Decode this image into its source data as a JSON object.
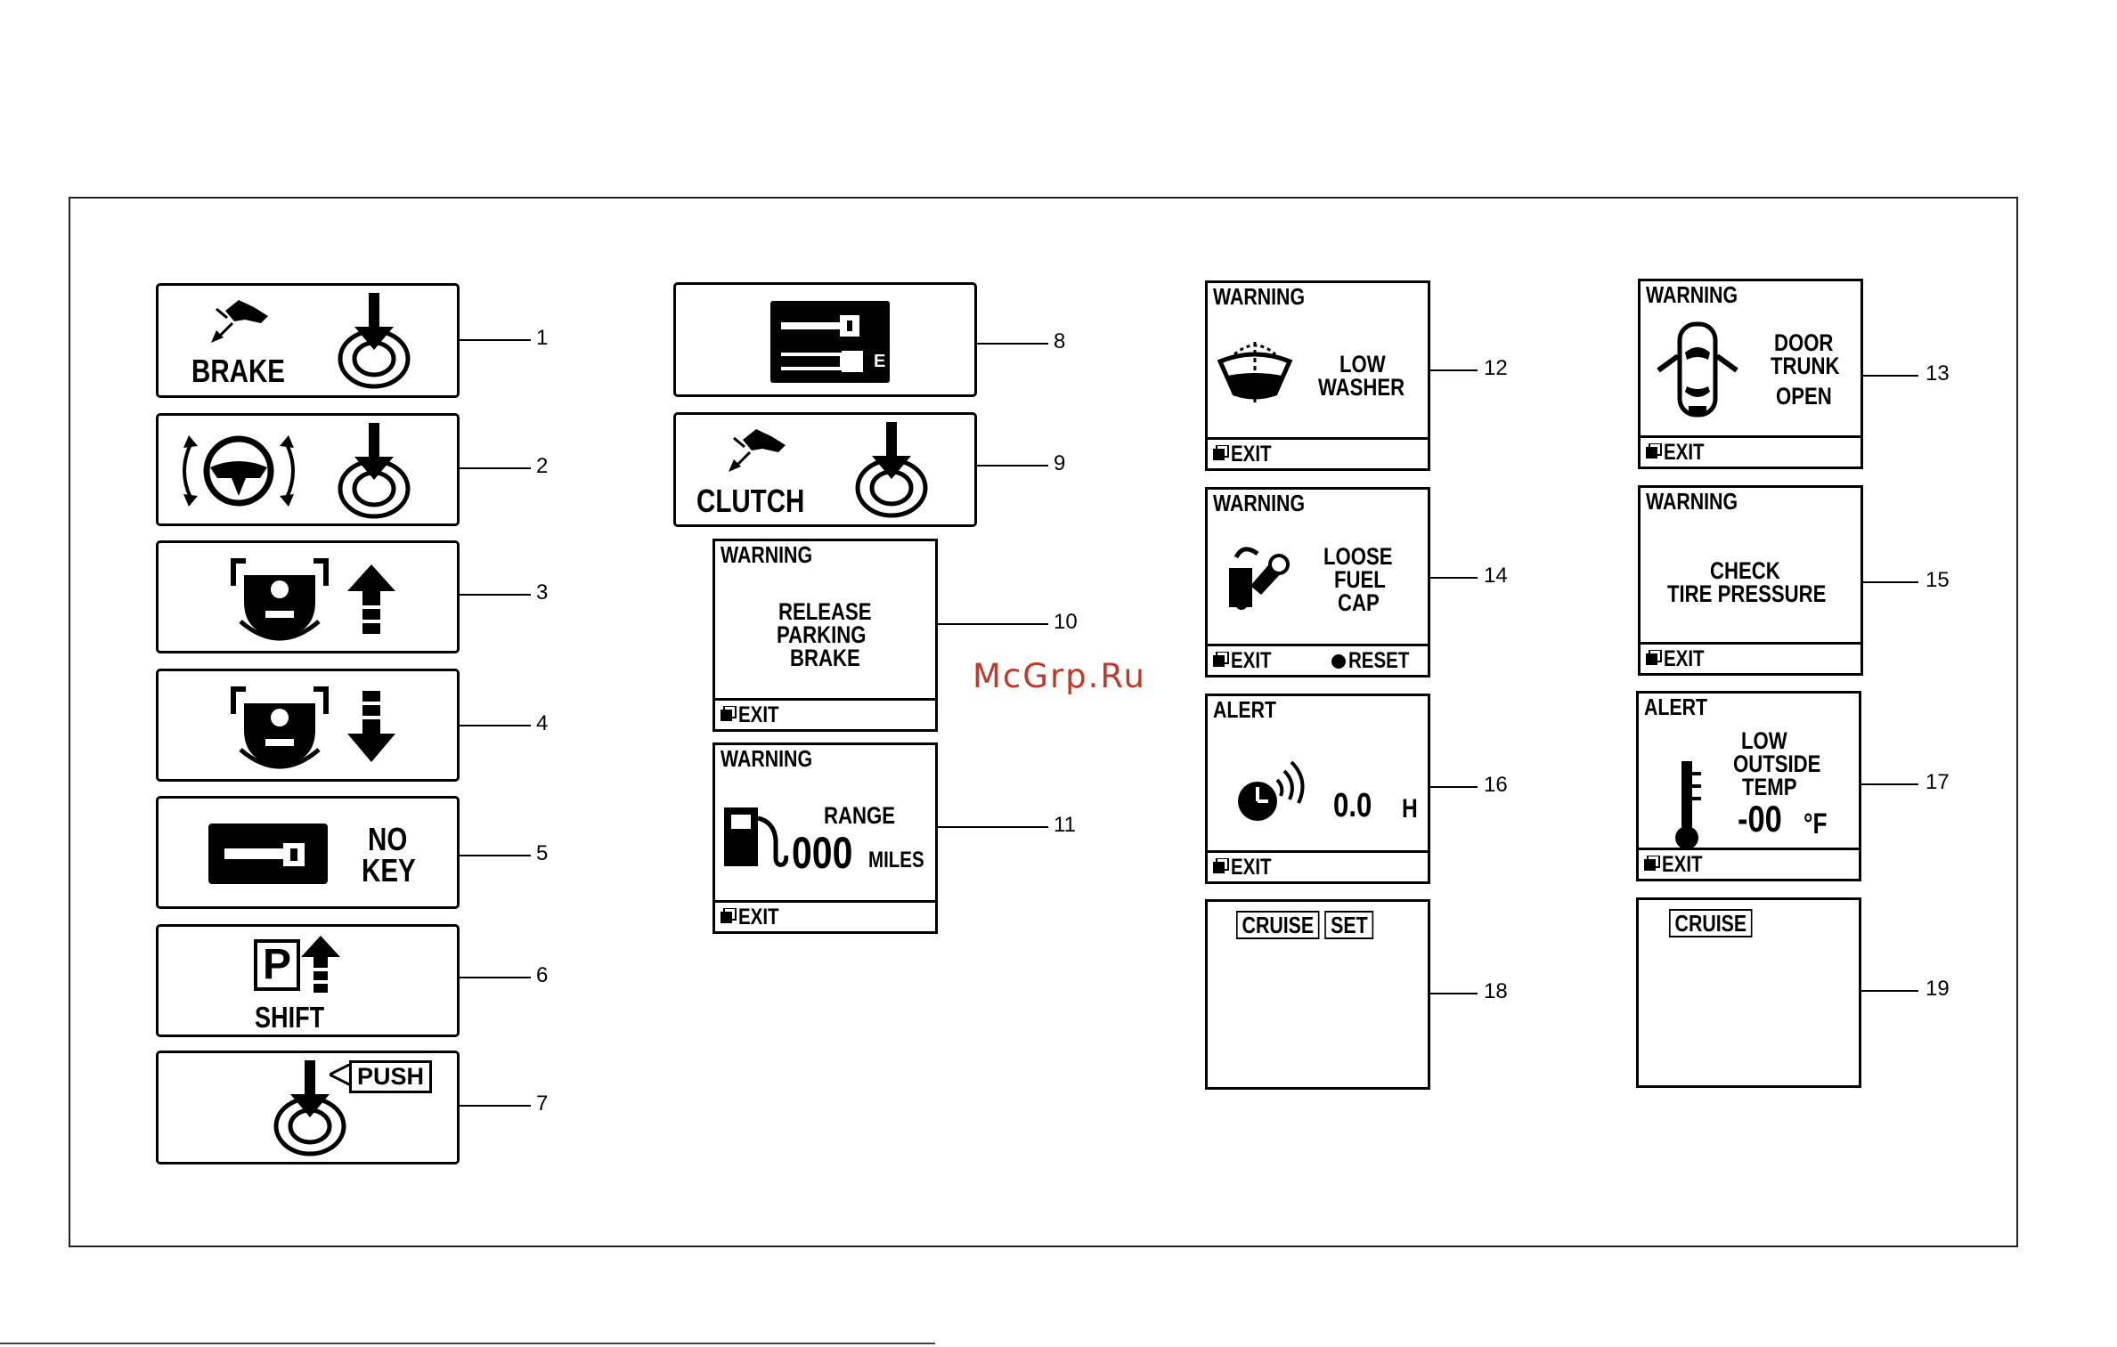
{
  "watermark": "McGrp.Ru",
  "indicators": [
    {
      "num": "1",
      "label": "BRAKE"
    },
    {
      "num": "2"
    },
    {
      "num": "3"
    },
    {
      "num": "4"
    },
    {
      "num": "5",
      "line1": "NO",
      "line2": "KEY"
    },
    {
      "num": "6",
      "label": "SHIFT",
      "badge": "P"
    },
    {
      "num": "7",
      "tag": "PUSH"
    },
    {
      "num": "8",
      "tag": "E"
    },
    {
      "num": "9",
      "label": "CLUTCH"
    }
  ],
  "screens": {
    "s10": {
      "num": "10",
      "header": "WARNING",
      "lines": [
        "RELEASE",
        "PARKING",
        "BRAKE"
      ],
      "exit": "EXIT"
    },
    "s11": {
      "num": "11",
      "header": "WARNING",
      "label": "RANGE",
      "value": "000",
      "unit": "MILES",
      "exit": "EXIT"
    },
    "s12": {
      "num": "12",
      "header": "WARNING",
      "lines": [
        "LOW",
        "WASHER"
      ],
      "exit": "EXIT"
    },
    "s13": {
      "num": "13",
      "header": "WARNING",
      "lines": [
        "DOOR",
        "TRUNK",
        "OPEN"
      ],
      "exit": "EXIT"
    },
    "s14": {
      "num": "14",
      "header": "WARNING",
      "lines": [
        "LOOSE",
        "FUEL",
        "CAP"
      ],
      "exit": "EXIT",
      "reset": "RESET"
    },
    "s15": {
      "num": "15",
      "header": "WARNING",
      "lines": [
        "CHECK",
        "TIRE PRESSURE"
      ],
      "exit": "EXIT"
    },
    "s16": {
      "num": "16",
      "header": "ALERT",
      "value": "0.0",
      "unit": "H",
      "exit": "EXIT"
    },
    "s17": {
      "num": "17",
      "header": "ALERT",
      "lines": [
        "LOW",
        "OUTSIDE",
        "TEMP"
      ],
      "value": "-00",
      "unit": "°F",
      "exit": "EXIT"
    },
    "s18": {
      "num": "18",
      "tags": [
        "CRUISE",
        "SET"
      ]
    },
    "s19": {
      "num": "19",
      "tags": [
        "CRUISE"
      ]
    }
  }
}
